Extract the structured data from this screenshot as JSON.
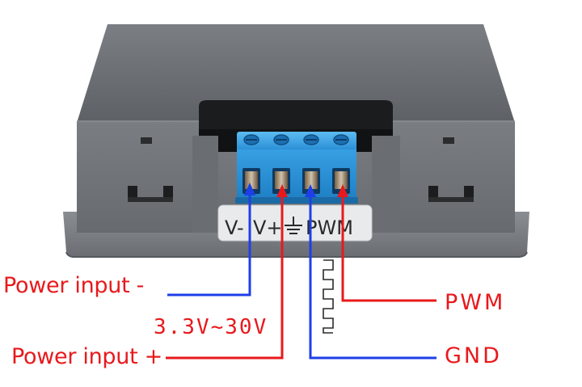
{
  "device": {
    "terminal_labels": [
      "V-",
      "V+",
      "PWM"
    ],
    "ground_symbol": "ground-symbol-icon"
  },
  "callouts": {
    "power_minus": "Power input -",
    "voltage_range": "3.3V~30V",
    "power_plus": "Power input +",
    "pwm": "PWM",
    "gnd": "GND"
  },
  "colors": {
    "callout_text": "#e8191c",
    "wire_red": "#e8191c",
    "wire_blue": "#1e3fe8",
    "terminal_block": "#2b8fd4",
    "housing": "#6e7378"
  }
}
